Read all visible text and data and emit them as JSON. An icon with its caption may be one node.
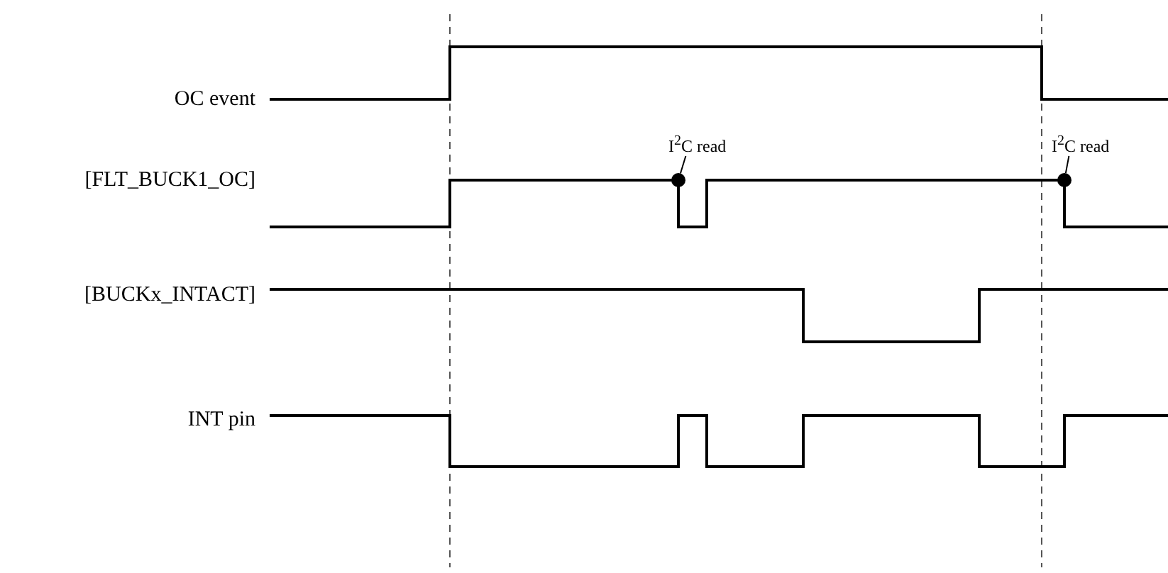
{
  "diagram": {
    "nodes": [
      {
        "text": [
          "I$^{2}$C read"
        ]
      },
      {
        "text": [],
        "shape": "circle"
      },
      {
        "text": [
          "I$^{2}$C read"
        ]
      },
      {
        "text": [],
        "shape": "circle"
      }
    ],
    "edges": [
      {
        "from": 0,
        "to": 1,
        "arrow": "none"
      },
      {
        "from": 2,
        "to": 3,
        "arrow": "none"
      }
    ],
    "labels": [
      "OC event",
      "[FLT_BUCK1_OC]",
      "[BUCKx_INTACT]",
      "INT pin"
    ]
  }
}
